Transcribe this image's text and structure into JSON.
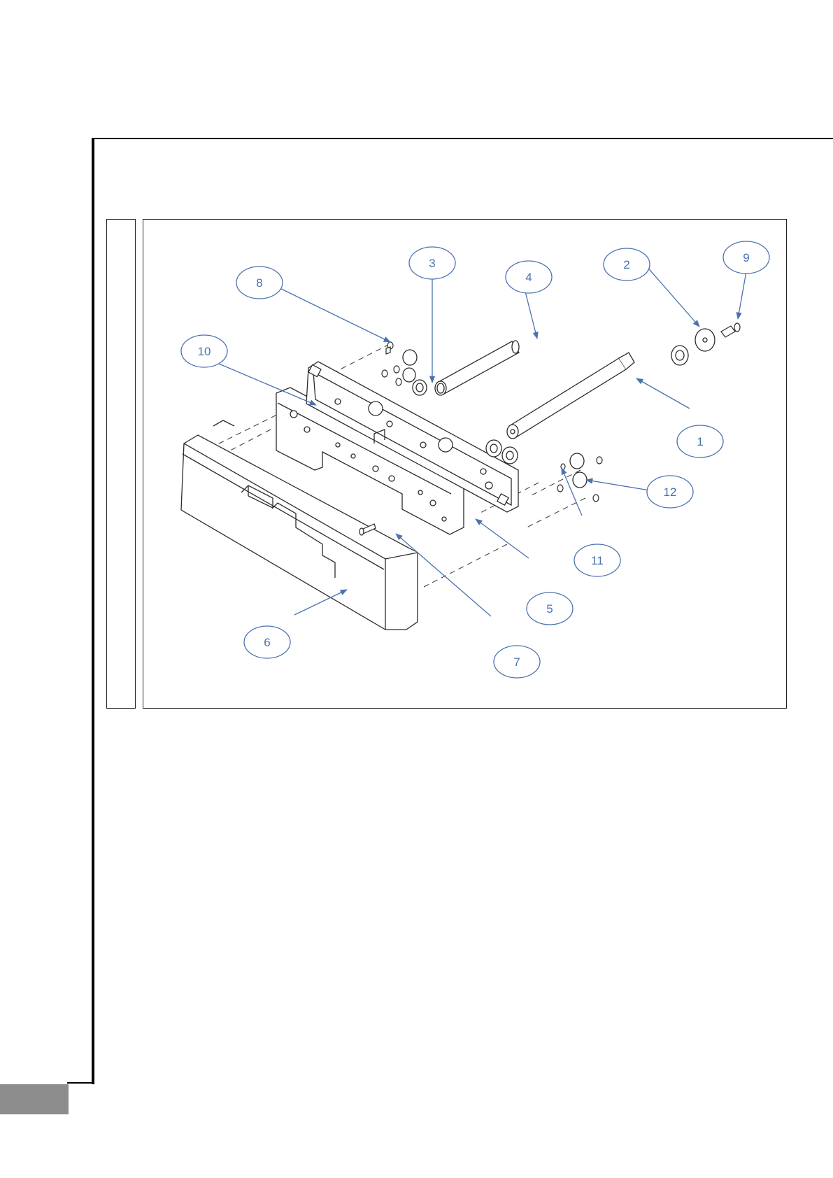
{
  "figure": {
    "callouts": [
      {
        "number": "1"
      },
      {
        "number": "2"
      },
      {
        "number": "3"
      },
      {
        "number": "4"
      },
      {
        "number": "5"
      },
      {
        "number": "6"
      },
      {
        "number": "7"
      },
      {
        "number": "8"
      },
      {
        "number": "9"
      },
      {
        "number": "10"
      },
      {
        "number": "11"
      },
      {
        "number": "12"
      }
    ]
  },
  "colors": {
    "callout_stroke": "#4a72b0",
    "callout_text": "#4a72b0",
    "line_art": "#2b2b2b",
    "page_tab": "#8c8c8c"
  }
}
